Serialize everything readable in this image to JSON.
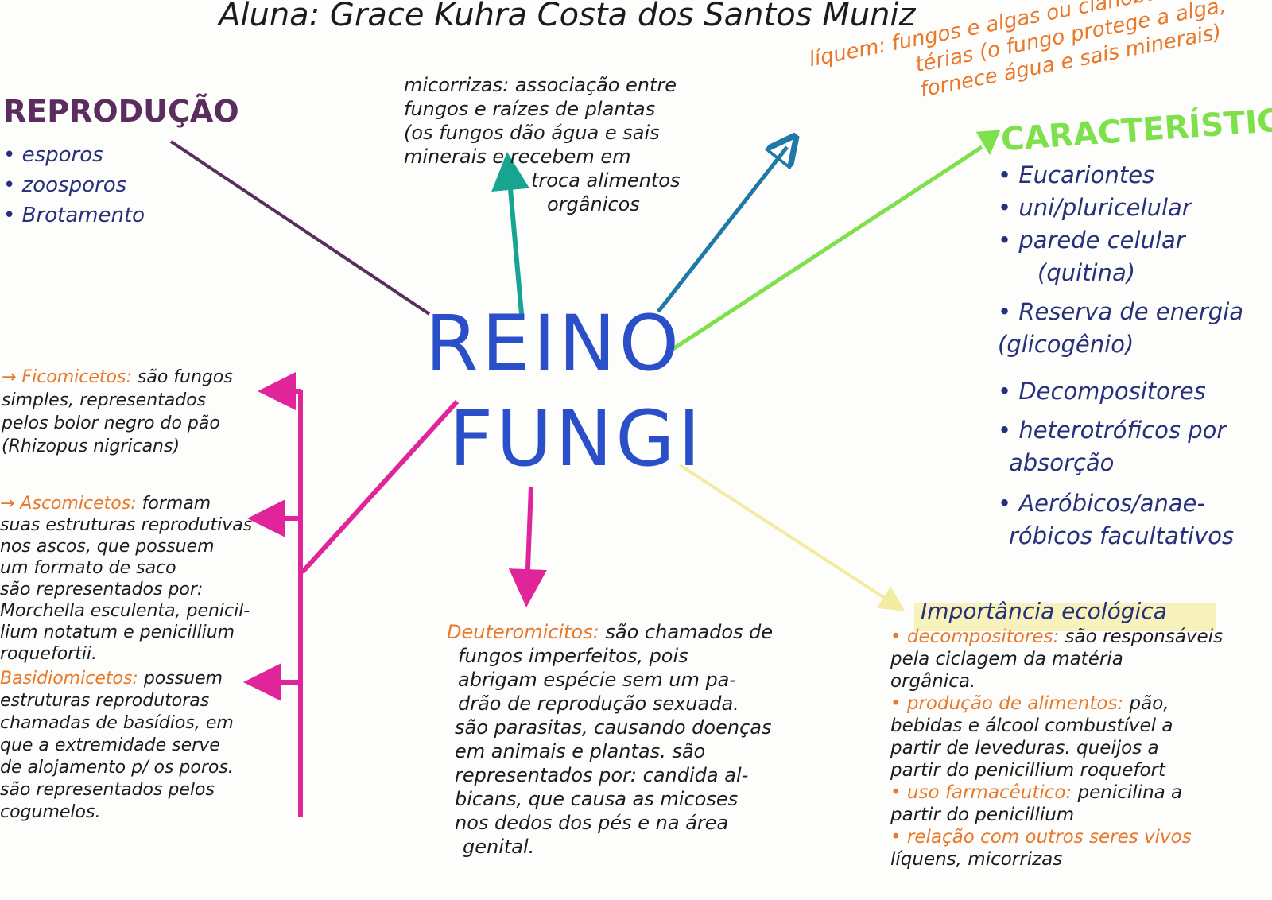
{
  "title": "Aluna: Grace Kuhra Costa dos Santos Muniz",
  "center": {
    "line1": "REINO",
    "line2": "FUNGI"
  },
  "reproducao": {
    "heading": "REPRODUÇÃO",
    "items": [
      "• esporos",
      "• zoosporos",
      "• Brotamento"
    ]
  },
  "micorrizas": {
    "lines": [
      "micorrizas: associação entre",
      "fungos e raízes de plantas",
      "(os fungos dão água e sais",
      "minerais e recebem em",
      "troca alimentos",
      "orgânicos"
    ]
  },
  "liquem": {
    "lines": [
      "líquem: fungos e algas ou cianobac-",
      "térias (o fungo protege a alga,",
      "fornece água e sais minerais)"
    ]
  },
  "caracteristicas": {
    "heading": "▼CARACTERÍSTICAS",
    "items": [
      "• Eucariontes",
      "• uni/pluricelular",
      "• parede celular",
      "(quitina)",
      "• Reserva de energia",
      "(glicogênio)",
      "• Decompositores",
      "• heterotróficos por",
      "absorção",
      "• Aeróbicos/anae-",
      "róbicos facultativos"
    ]
  },
  "ficomicetos": {
    "label": "→ Ficomicetos:",
    "lines": [
      " são fungos",
      "simples, representados",
      "pelos bolor negro do pão",
      "(Rhizopus nigricans)"
    ]
  },
  "ascomicetos": {
    "label": "→ Ascomicetos:",
    "lines": [
      " formam",
      "suas estruturas reprodutivas",
      "nos ascos, que possuem",
      "um formato de saco",
      "são representados por:",
      "Morchella esculenta, penicil-",
      "lium notatum e penicillium",
      "roquefortii."
    ]
  },
  "basidiomicetos": {
    "label": "Basidiomicetos:",
    "lines": [
      " possuem",
      "estruturas reprodutoras",
      "chamadas de basídios, em",
      "que a extremidade serve",
      "de alojamento p/ os poros.",
      "são representados pelos",
      "cogumelos."
    ]
  },
  "deuteromicetos": {
    "label": "Deuteromicitos:",
    "lines": [
      " são chamados de",
      "fungos imperfeitos, pois",
      "abrigam espécie sem um pa-",
      "drão de reprodução sexuada.",
      "são parasitas, causando doenças",
      "em animais e plantas. são",
      "representados por: candida al-",
      "bicans, que causa as micoses",
      "nos dedos dos pés e na área",
      "genital."
    ]
  },
  "importancia": {
    "heading": "Importância ecológica",
    "items": [
      {
        "label": "• decompositores:",
        "lines": [
          " são responsáveis",
          "pela ciclagem da matéria",
          "orgânica."
        ]
      },
      {
        "label": "• produção de alimentos:",
        "lines": [
          " pão,",
          "bebidas e álcool combustível a",
          "partir de leveduras. queijos a",
          "partir do penicillium roquefort"
        ]
      },
      {
        "label": "• uso farmacêutico:",
        "lines": [
          " penicilina a",
          "partir do penicillium"
        ]
      },
      {
        "label": "• relação com outros seres vivos",
        "lines": [
          "líquens, micorrizas"
        ]
      }
    ]
  },
  "colors": {
    "center": "#2a4fc9",
    "reproducao": "#5a2d5e",
    "micorrizas_arrow": "#17a591",
    "liquem_arrow": "#1f78a8",
    "caracteristicas": "#7ee04a",
    "classes": "#e0259a",
    "deuteromicetos_arrow": "#e0259a",
    "importancia": "#f3eba0",
    "labels": "#e8782a"
  }
}
